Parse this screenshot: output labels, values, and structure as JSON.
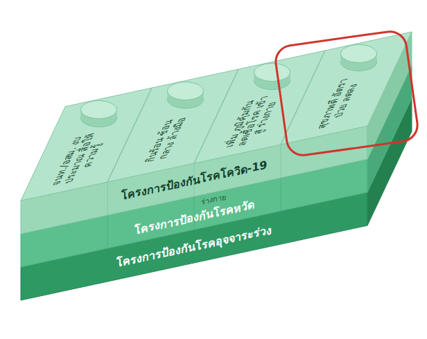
{
  "diagram": {
    "nodes": [
      {
        "text": [
          "โครงการป้องกันโรคโควิด-19"
        ]
      },
      {
        "text": [
          "จนท./อสม. งบประมาณ สื่อให้ความรู้"
        ],
        "in": 0
      },
      {
        "text": [
          "กินร้อน ช้อนกลาง ล้างมือ"
        ],
        "in": 0
      },
      {
        "text": [
          "เพิ่ม ภูมิคุ้มกัน ลดเชื้อโรค เข้าสู่ ร่างกาย"
        ],
        "in": 0
      },
      {
        "text": [
          "สุขภาพดี อัตราป่วย ลดลง"
        ],
        "in": 0
      },
      {
        "text": [
          "โครงการป้องกันโรคหวัด"
        ]
      },
      {
        "text": [
          "โครงการป้องกันโรคอุจจาระร่วง"
        ]
      }
    ],
    "labels": [
      "ร่างกาย"
    ]
  }
}
